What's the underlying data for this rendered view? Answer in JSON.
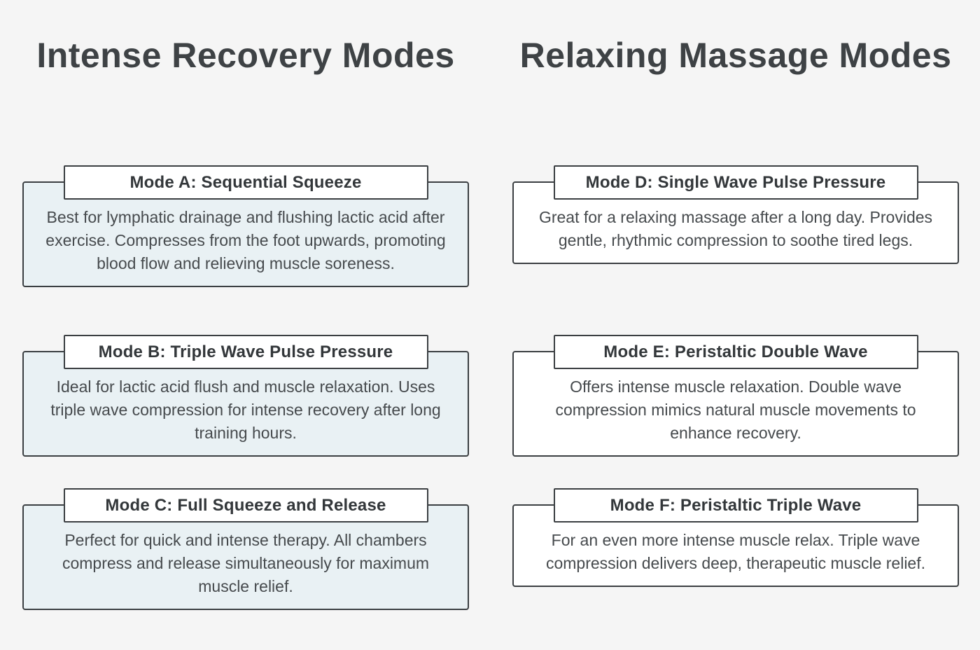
{
  "colors": {
    "page_bg": "#f5f5f5",
    "card_border": "#3b3f42",
    "heading_text": "#3e4245",
    "title_text": "#33373a",
    "body_text": "#464a4d",
    "left_card_bg": "#e9f1f4",
    "right_card_bg": "#ffffff"
  },
  "columns": [
    {
      "heading": "Intense Recovery Modes",
      "cards": [
        {
          "title": "Mode A: Sequential Squeeze",
          "body": "Best for lymphatic drainage and flushing lactic acid after exercise. Compresses from the foot upwards, promoting blood flow and relieving muscle soreness."
        },
        {
          "title": "Mode B: Triple Wave Pulse Pressure",
          "body": "Ideal for lactic acid flush and muscle relaxation. Uses triple wave compression for intense recovery after long training hours."
        },
        {
          "title": "Mode C: Full Squeeze and Release",
          "body": "Perfect for quick and intense therapy. All chambers compress and release simultaneously for maximum muscle relief."
        }
      ]
    },
    {
      "heading": "Relaxing Massage Modes",
      "cards": [
        {
          "title": "Mode D: Single Wave Pulse Pressure",
          "body": "Great for a relaxing massage after a long day. Provides gentle, rhythmic compression to soothe tired legs."
        },
        {
          "title": "Mode E: Peristaltic Double Wave",
          "body": "Offers intense muscle relaxation. Double wave compression mimics natural muscle movements to enhance recovery."
        },
        {
          "title": "Mode F: Peristaltic Triple Wave",
          "body": "For an even more intense muscle relax. Triple wave compression delivers deep, therapeutic muscle relief."
        }
      ]
    }
  ]
}
